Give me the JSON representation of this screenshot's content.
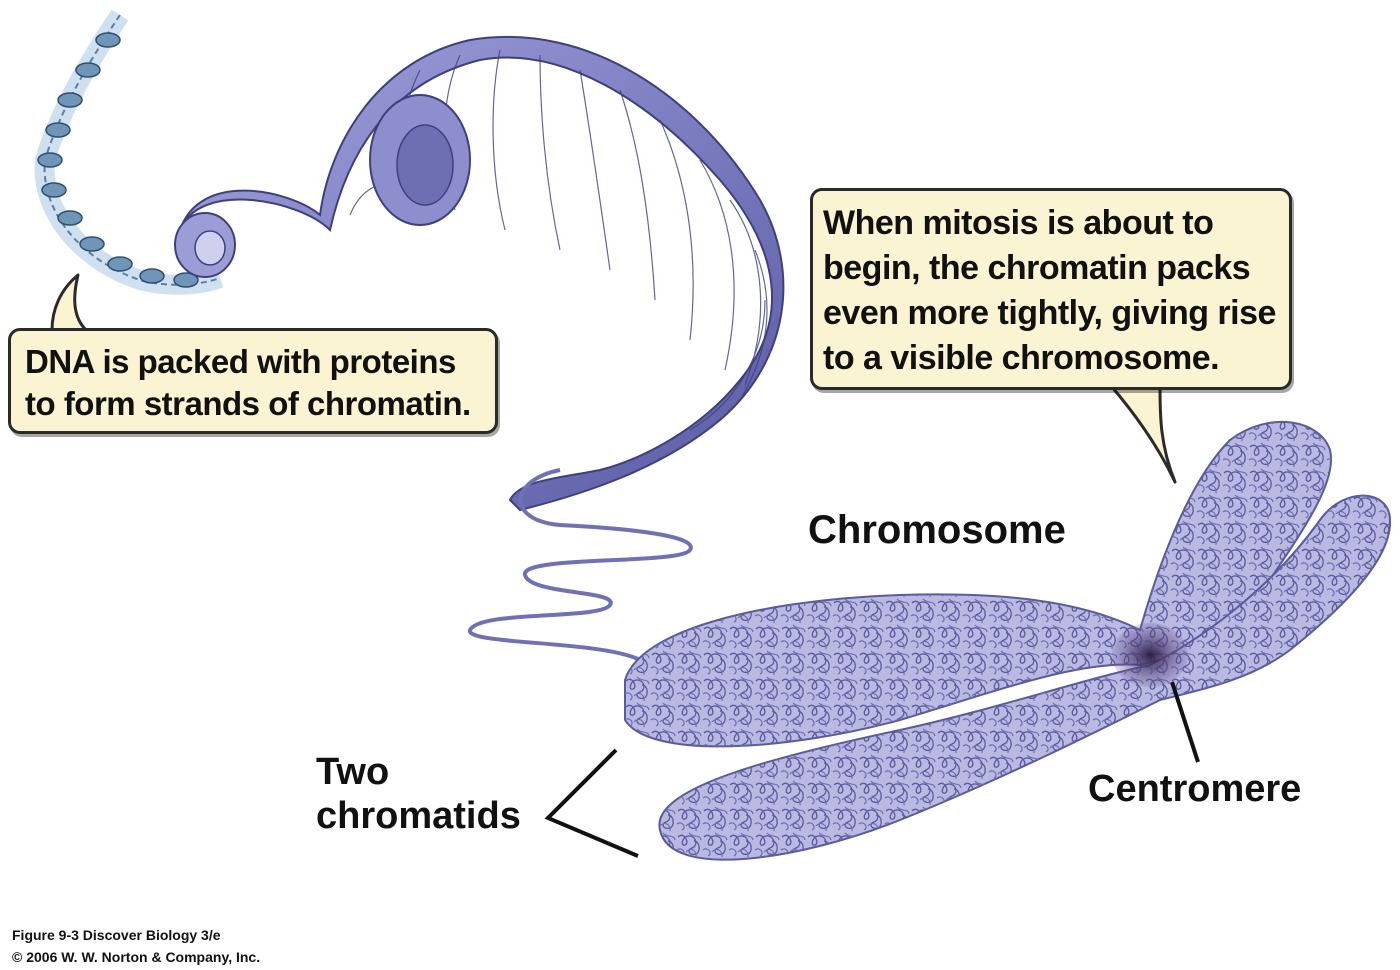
{
  "callouts": {
    "dna": {
      "lines": [
        "DNA is packed with proteins",
        "to form strands of chromatin."
      ]
    },
    "mitosis": {
      "lines": [
        "When mitosis is about to",
        "begin, the chromatin packs",
        "even more tightly, giving rise",
        "to a visible chromosome."
      ]
    }
  },
  "labels": {
    "chromosome": "Chromosome",
    "two_chromatids_line1": "Two",
    "two_chromatids_line2": "chromatids",
    "centromere": "Centromere"
  },
  "credits": {
    "figure": "Figure 9-3  Discover Biology 3/e",
    "copyright": "© 2006 W. W. Norton & Company, Inc."
  },
  "colors": {
    "coil": "#7f7fc4",
    "coil_dark": "#4e4e96",
    "chromatid": "#8e8ec6",
    "centromere": "#3c2c5c",
    "callout_bg": "#fbf4d2",
    "dna_strand": "#5a7fa0"
  }
}
